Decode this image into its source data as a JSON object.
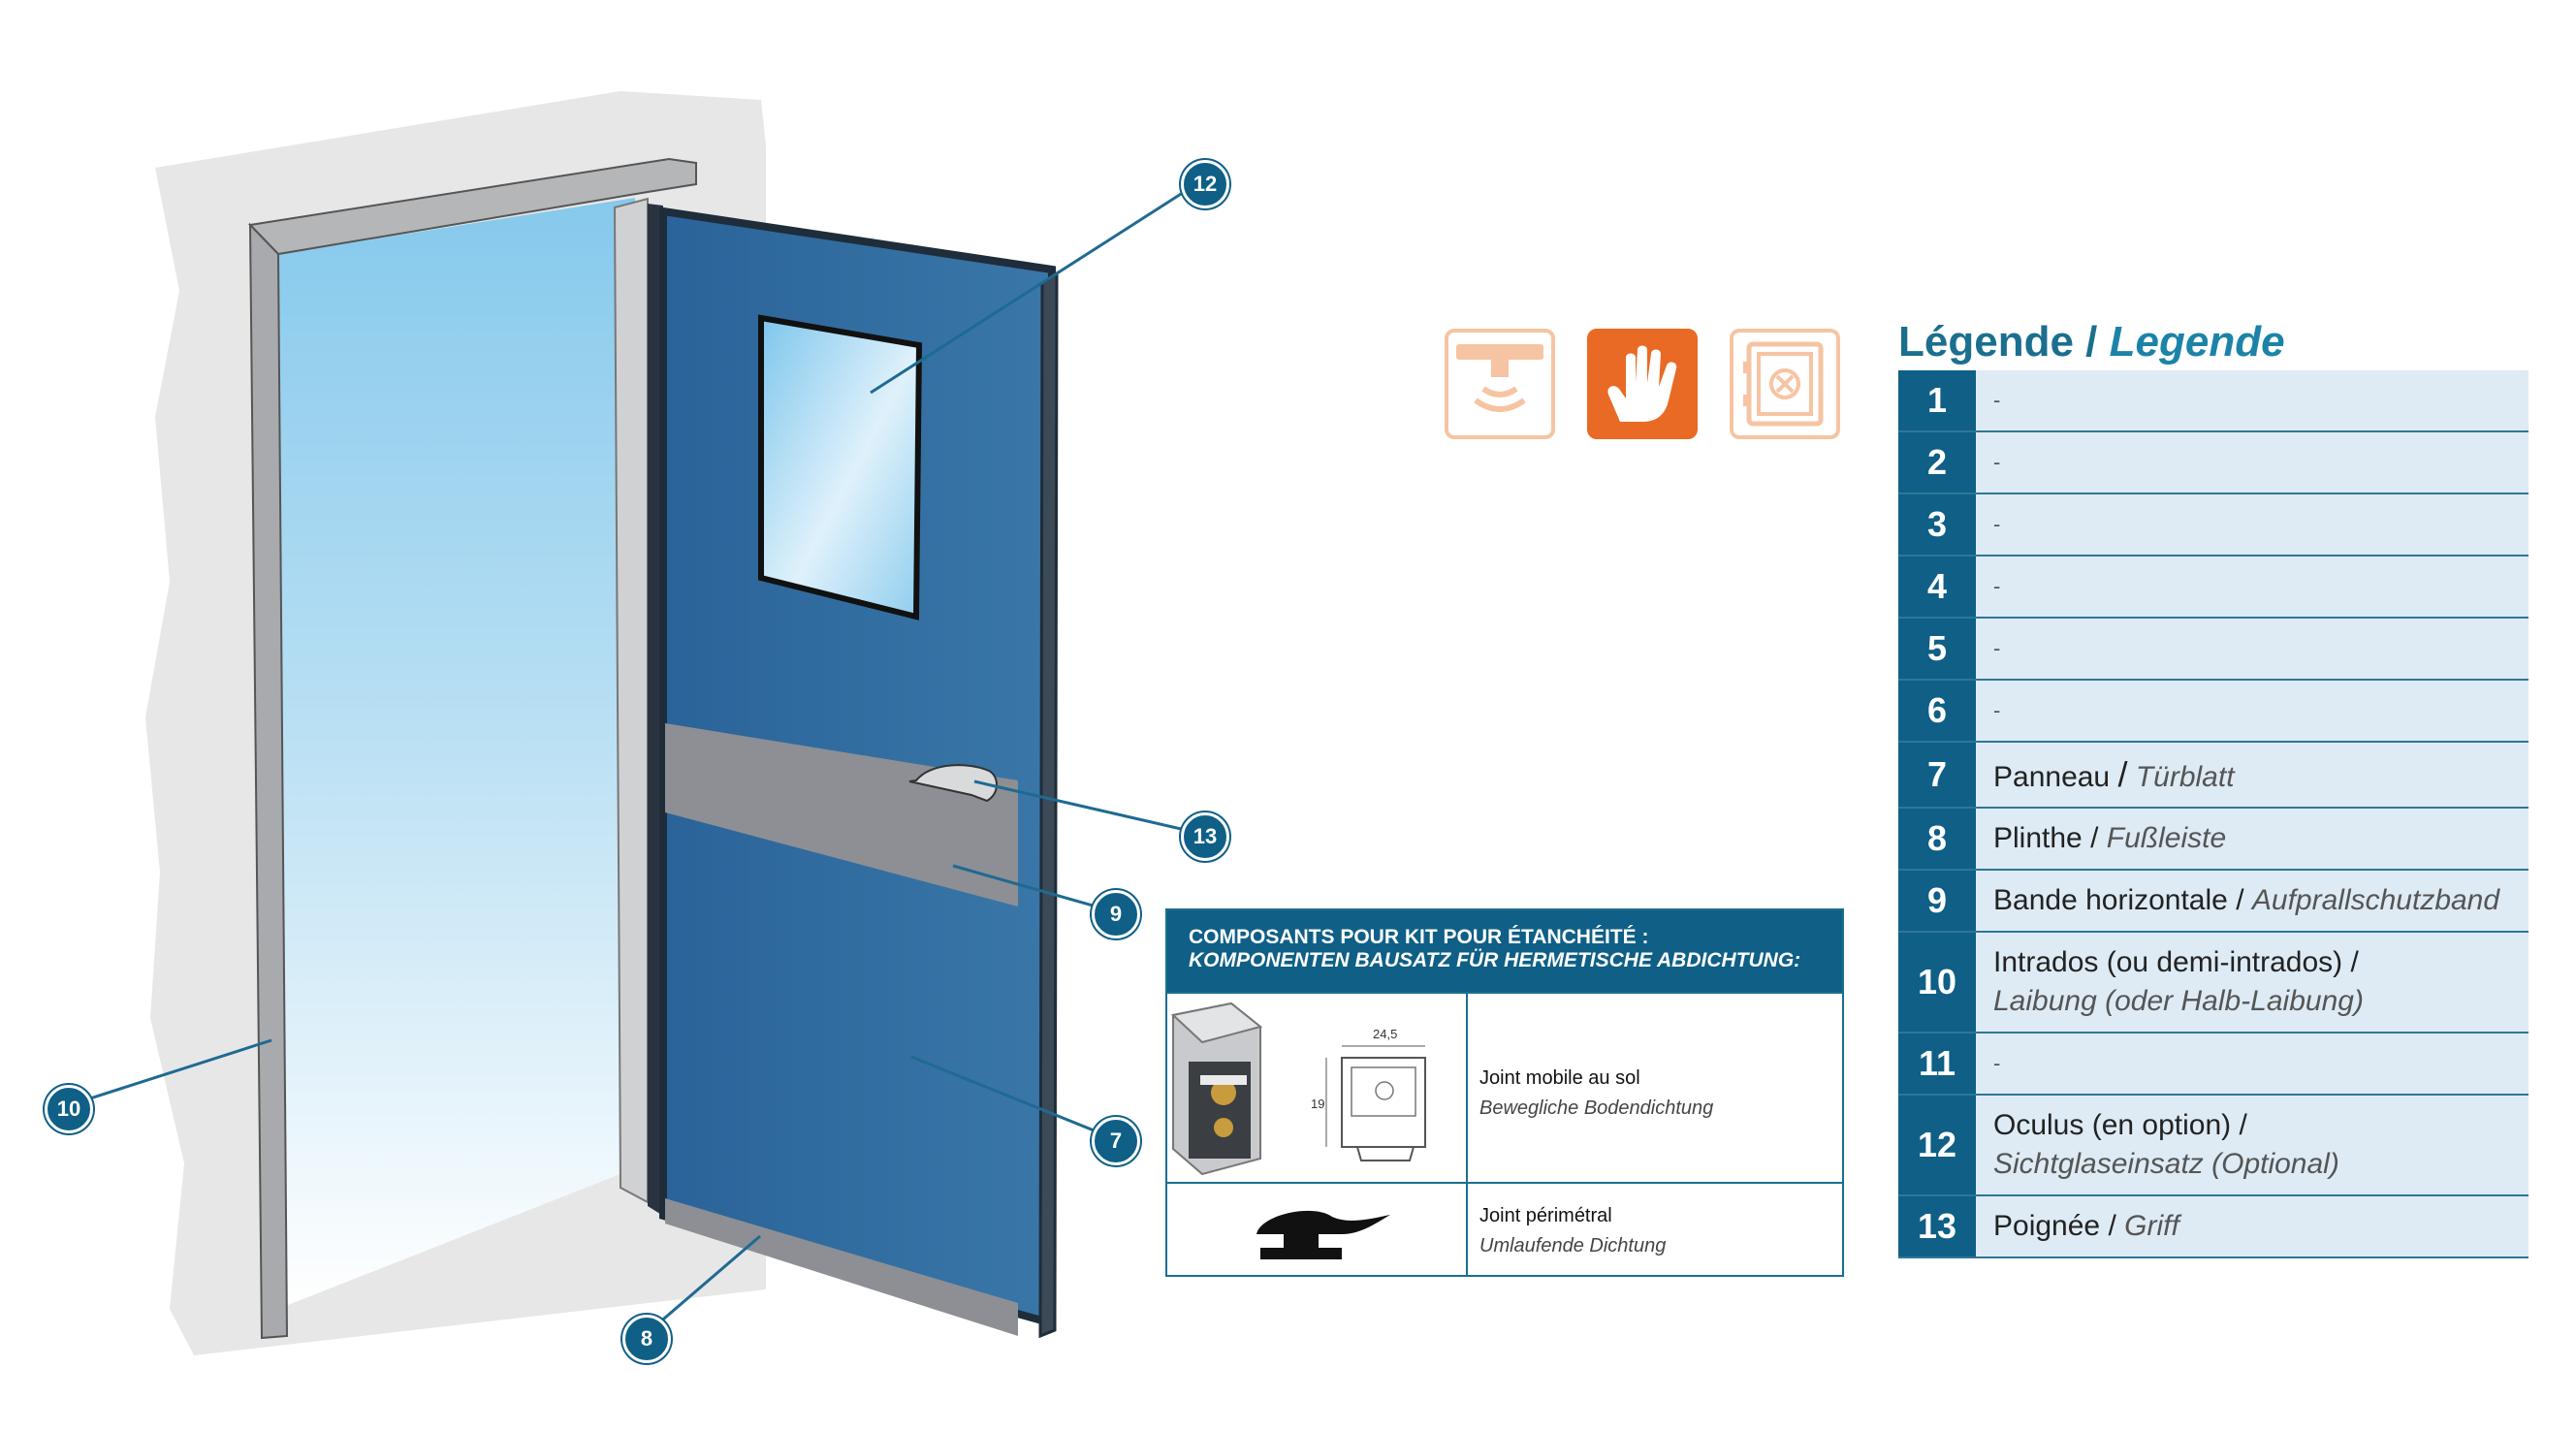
{
  "callouts": [
    "12",
    "13",
    "9",
    "10",
    "7",
    "8"
  ],
  "icons": [
    "sensor-icon",
    "hand-icon",
    "safe-icon"
  ],
  "colors": {
    "brand_blue": "#0f5f86",
    "accent_orange": "#e96a24",
    "door_blue": "#2e6a9d",
    "row_bg": "#deebf4"
  },
  "legend": {
    "title_fr": "Légende",
    "separator": "/",
    "title_de": "Legende",
    "rows": [
      {
        "num": "1",
        "fr": "-"
      },
      {
        "num": "2",
        "fr": "-"
      },
      {
        "num": "3",
        "fr": "-"
      },
      {
        "num": "4",
        "fr": "-"
      },
      {
        "num": "5",
        "fr": "-"
      },
      {
        "num": "6",
        "fr": "-"
      },
      {
        "num": "7",
        "fr": "Panneau",
        "sep": "/",
        "de": "Türblatt"
      },
      {
        "num": "8",
        "fr": "Plinthe",
        "sep": "/",
        "de": "Fußleiste"
      },
      {
        "num": "9",
        "fr": "Bande horizontale",
        "sep": "/",
        "de": "Aufprallschutzband"
      },
      {
        "num": "10",
        "fr": "Intrados (ou demi-intrados) /",
        "de2": "Laibung (oder Halb-Laibung)"
      },
      {
        "num": "11",
        "fr": "-"
      },
      {
        "num": "12",
        "fr": "Oculus (en option) /",
        "de2": "Sichtglaseinsatz (Optional)"
      },
      {
        "num": "13",
        "fr": "Poignée",
        "sep": "/",
        "de": "Griff"
      }
    ]
  },
  "kit": {
    "title_fr": "COMPOSANTS POUR KIT POUR ÉTANCHÉITÉ :",
    "title_de": "KOMPONENTEN BAUSATZ FÜR HERMETISCHE ABDICHTUNG:",
    "rows": [
      {
        "fr": "Joint mobile au sol",
        "de": "Bewegliche Bodendichtung",
        "dim_w": "24,5",
        "dim_h": "19"
      },
      {
        "fr": "Joint périmétral",
        "de": "Umlaufende Dichtung"
      }
    ]
  }
}
